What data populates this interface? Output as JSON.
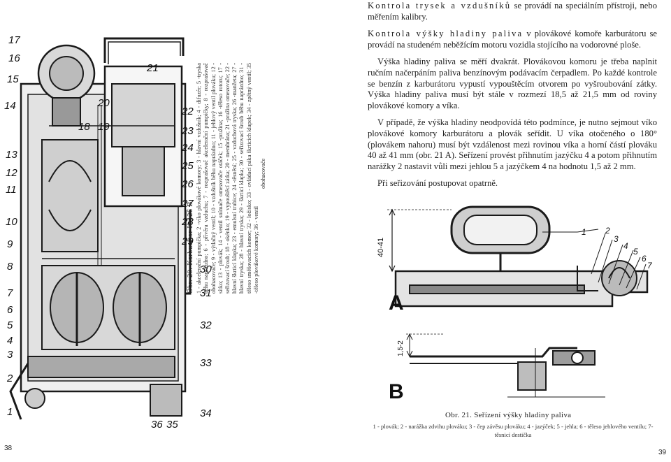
{
  "left_page": {
    "page_number": "38",
    "figure_20": {
      "callouts": [
        "1",
        "2",
        "3",
        "4",
        "5",
        "6",
        "7",
        "8",
        "9",
        "10",
        "11",
        "12",
        "13",
        "14",
        "15",
        "16",
        "17",
        "18",
        "19",
        "20",
        "21",
        "22",
        "23",
        "24",
        "25",
        "26",
        "27",
        "28",
        "29",
        "30",
        "31",
        "32",
        "33",
        "34",
        "35",
        "36"
      ],
      "caption_title": "Obr. 20. Karburátor K 126 B",
      "caption_text": "1 - akcelerační pumpička; 2 -víko plovákové komory; 3 - hlavní vzdušník; 4 - difuzér; 5 -tryska běhu naprázdno; 6 - přívěra vzduchu; 7 - rozprašovač akcelerační pumpičky; 8 - rozprašovač obohacovače; 9 - výtlačný ventil; 10 - vzdušník běhu naprázdno; 11 - jehlový ventil plováku; 12 - sítko; 13 - plovák; 14 - ventil snímače omezovače otáček; 15 -pružina; 16 -těleso rotoru; 17 - seřizovací šroub; 18 - okénko; 19 - vypouštěcí zátka; 20 - membrána; 21 -pružina omezovače; 22 - hlavní škrticí klapka; 23 - emulsní trubice; 24 -těsnění; 25 - vzduchová tryska; 26 -manžeta; 27 -hlavní tryska; 28 - hlavní tryska; 29 - škrticí klapka; 30 - seřizovací šroub běhu naprázdno; 31 -těleso směšovacích komor; 32 - ložisko; 33 - ovládací páka škrticích klapek; 34 - zpětný ventil; 35 -těleso plovákové komory; 36 - ventil",
      "caption_tail": "obohacovače"
    }
  },
  "right_page": {
    "page_number": "39",
    "p1_spaced": "Kontrola trysek a vzdušníků",
    "p1_rest": " se provádí na speciálním přístroji, nebo měřením kalibry.",
    "p2_spaced": "Kontrola výšky hladiny paliva",
    "p2_rest": " v plovákové komoře karburátoru se provádí na studeném neběžícím motoru vozidla stojícího na vodorovné ploše.",
    "p3": "Výška hladiny paliva se měří dvakrát. Plovákovou komoru je třeba naplnit ručním načerpáním paliva benzínovým podávacím čerpadlem. Po každé kontrole se benzín z karburátoru vypustí vypouštěcím otvorem po vyšroubování zátky. Výška hladiny paliva musí být stále v rozmezí 18,5 až 21,5 mm od roviny plovákové komory a víka.",
    "p4": "V případě, že výška hladiny neodpovídá této podmínce, je nutno sejmout víko plovákové komory karburátoru a plovák seřídit. U víka otočeného o 180° (plovákem nahoru) musí být vzdálenost mezi rovinou víka a horní částí plováku 40 až 41 mm (obr. 21 A). Seřízení provést přihnutím jazýčku 4 a potom přihnutím narážky 2 nastavit vůli mezi jehlou 5 a jazýčkem 4 na hodnotu 1,5 až 2 mm.",
    "p5": "Při seřizování postupovat opatrně.",
    "figure_21": {
      "label_a": "A",
      "label_b": "B",
      "dim_a": "40-41",
      "dim_b": "1,5-2",
      "callouts": [
        "1",
        "2",
        "3",
        "4",
        "5",
        "6",
        "7"
      ],
      "caption_title": "Obr. 21. Seřízení výšky hladiny paliva",
      "legend": "1 - plovák; 2 - narážka zdvihu plováku; 3 - čep závěsu plováku; 4 - jazýček; 5 - jehla; 6 - těleso jehlového ventilu; 7-těsnicí destička"
    }
  }
}
